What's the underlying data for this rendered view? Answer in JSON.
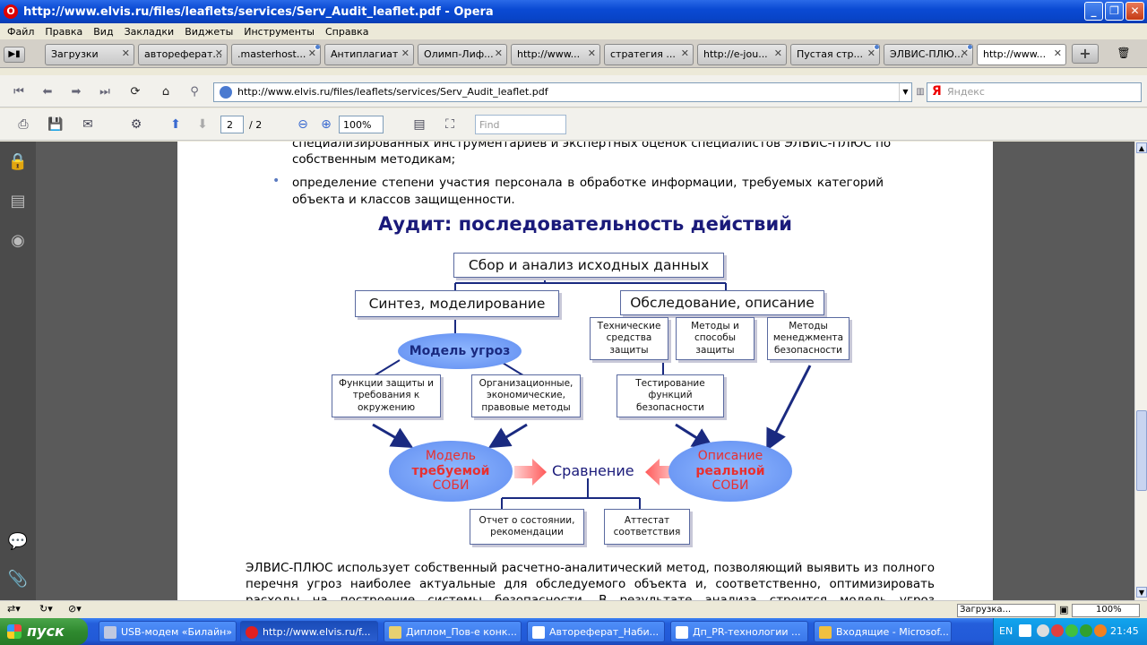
{
  "window": {
    "title": "http://www.elvis.ru/files/leaflets/services/Serv_Audit_leaflet.pdf - Opera"
  },
  "menu": [
    "Файл",
    "Правка",
    "Вид",
    "Закладки",
    "Виджеты",
    "Инструменты",
    "Справка"
  ],
  "tabs": [
    {
      "label": "Загрузки"
    },
    {
      "label": "автореферат..."
    },
    {
      "label": ".masterhost..."
    },
    {
      "label": "Антиплагиат"
    },
    {
      "label": "Олимп-Лиф..."
    },
    {
      "label": "http://www..."
    },
    {
      "label": "стратегия ..."
    },
    {
      "label": "http://e-jou..."
    },
    {
      "label": "Пустая стр..."
    },
    {
      "label": "ЭЛВИС-ПЛЮ..."
    },
    {
      "label": "http://www..."
    }
  ],
  "nav": {
    "url": "http://www.elvis.ru/files/leaflets/services/Serv_Audit_leaflet.pdf",
    "search_placeholder": "Яндекс",
    "search_logo": "Я"
  },
  "pdf": {
    "page": "2",
    "total": "/ 2",
    "zoom": "100%",
    "find_placeholder": "Find"
  },
  "document": {
    "para1_line1": "специализированных инструментариев и экспертных оценок специалистов ЭЛВИС-ПЛЮС по",
    "para1_line2": "собственным методикам;",
    "bullet2_line1": "определение степени участия персонала в обработке информации, требуемых категорий",
    "bullet2_line2": "объекта и классов защищенности.",
    "diagram": {
      "title": "Аудит: последовательность действий",
      "collect": "Сбор и анализ исходных данных",
      "synthesis": "Синтез, моделирование",
      "survey": "Обследование, описание",
      "threat_model": "Модель угроз",
      "tech_means": "Технические средства защиты",
      "protection_methods": "Методы и способы защиты",
      "mgmt_methods": "Методы менеджмента безопасности",
      "functions": "Функции защиты и требования к окружению",
      "org_methods": "Организационные, экономические, правовые методы",
      "testing": "Тестирование функций безопасности",
      "req_model_l1": "Модель",
      "req_model_l2": "требуемой",
      "req_model_l3": "СОБИ",
      "comparison": "Сравнение",
      "real_desc_l1": "Описание",
      "real_desc_l2": "реальной",
      "real_desc_l3": "СОБИ",
      "report": "Отчет о состоянии, рекомендации",
      "certificate": "Аттестат соответствия"
    },
    "para3_line1": "ЭЛВИС-ПЛЮС использует собственный расчетно-аналитический метод, позволяющий выявить из полного",
    "para3_line2": "перечня угроз наиболее актуальные для обследуемого объекта и, соответственно, оптимизировать",
    "para3_line3": "расходы на построение системы безопасности. В результате анализа строится модель угроз безопасности"
  },
  "status": {
    "progress": "Загрузка...",
    "zoom": "100%"
  },
  "taskbar": {
    "start": "пуск",
    "items": [
      {
        "label": "USB-модем «Билайн»"
      },
      {
        "label": "http://www.elvis.ru/f..."
      },
      {
        "label": "Диплом_Пов-е конк..."
      },
      {
        "label": "Автореферат_Наби..."
      },
      {
        "label": "Дп_PR-технологии ..."
      },
      {
        "label": "Входящие - Microsof..."
      }
    ],
    "lang": "EN",
    "clock": "21:45"
  },
  "colors": {
    "accent_red": "#e83030",
    "diagram_blue": "#5f8cf0",
    "title_navy": "#1a1a7a"
  }
}
